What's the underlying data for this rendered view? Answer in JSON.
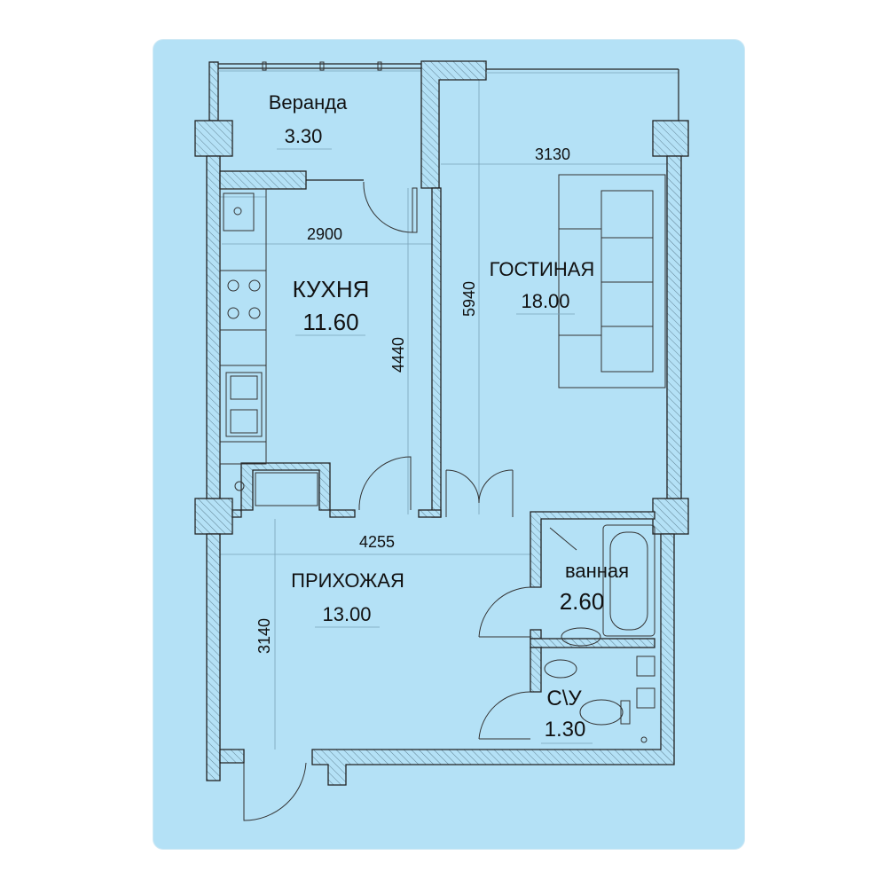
{
  "rooms": {
    "veranda": {
      "name": "Веранда",
      "area": "3.30"
    },
    "kitchen": {
      "name": "КУХНЯ",
      "area": "11.60"
    },
    "living": {
      "name": "ГОСТИНАЯ",
      "area": "18.00"
    },
    "hall": {
      "name": "ПРИХОЖАЯ",
      "area": "13.00"
    },
    "bath": {
      "name": "ванная",
      "area": "2.60"
    },
    "wc": {
      "name": "С\\У",
      "area": "1.30"
    }
  },
  "dimensions": {
    "kitchen_width": "2900",
    "kitchen_length": "4440",
    "living_width": "3130",
    "living_length": "5940",
    "hall_width": "4255",
    "hall_length": "3140"
  },
  "colors": {
    "background": "#b4e1f6",
    "lines": "#222222"
  }
}
